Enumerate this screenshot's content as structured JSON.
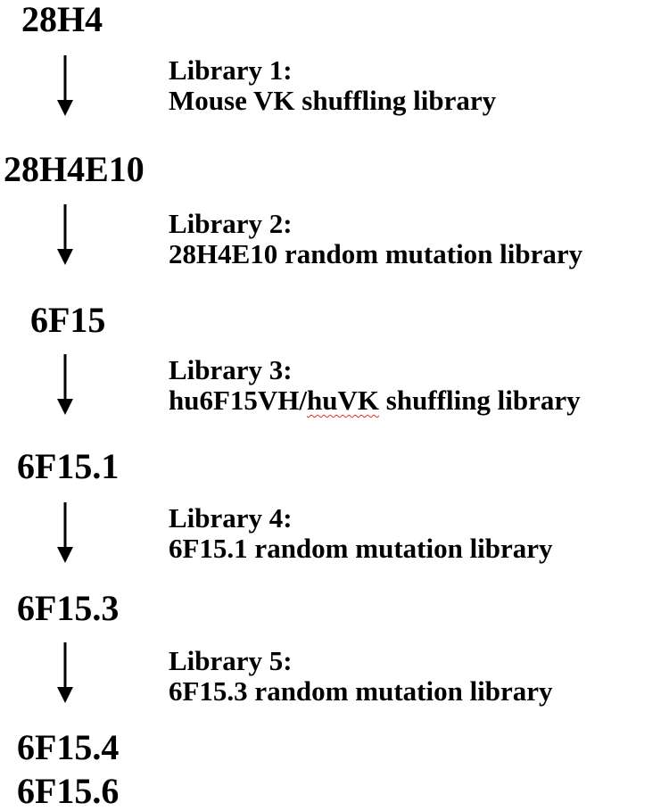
{
  "nodes": [
    "28H4",
    "28H4E10",
    "6F15",
    "6F15.1",
    "6F15.3",
    "6F15.4",
    "6F15.6"
  ],
  "libraries": [
    {
      "title": "Library 1:",
      "description": "Mouse VK shuffling library"
    },
    {
      "title": "Library 2:",
      "description": "28H4E10 random mutation library"
    },
    {
      "title": "Library 3:",
      "description_prefix": "hu6F15VH/",
      "description_flagged": "huVK",
      "description_suffix": " shuffling library"
    },
    {
      "title": "Library 4:",
      "description": "6F15.1 random mutation library"
    },
    {
      "title": "Library 5:",
      "description": "6F15.3 random mutation library"
    }
  ],
  "colors": {
    "text": "#000000",
    "spellcheck_underline": "#e03030"
  }
}
